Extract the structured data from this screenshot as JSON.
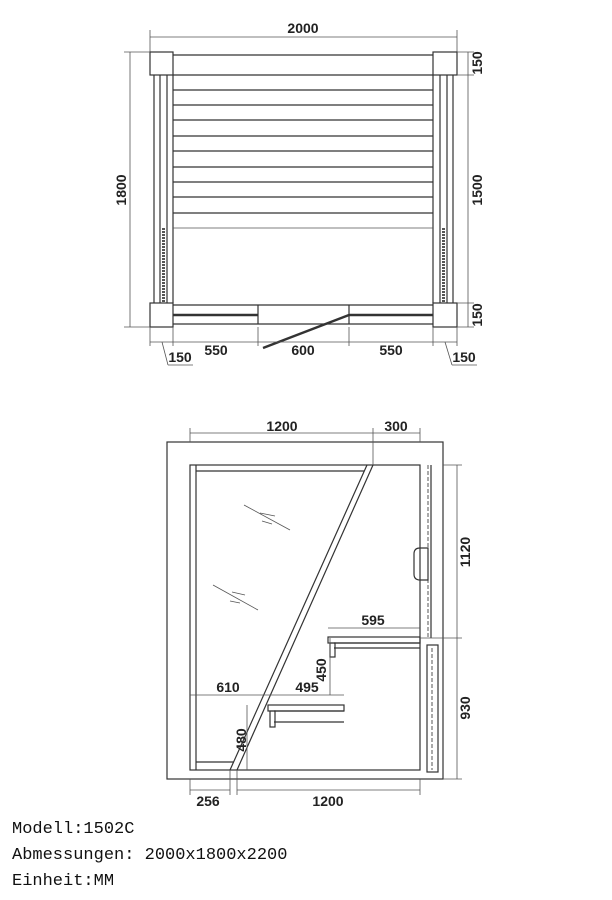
{
  "top_view": {
    "width": "2000",
    "depth": "1800",
    "right_top": "150",
    "right_mid": "1500",
    "right_bottom": "150",
    "bottom_left_corner": "150",
    "bottom_left": "550",
    "bottom_door": "600",
    "bottom_right": "550",
    "bottom_right_corner": "150"
  },
  "side_view": {
    "top_left": "1200",
    "top_right": "300",
    "right_upper": "1120",
    "right_lower": "930",
    "upper_bench": "595",
    "bench_height": "450",
    "lower_bench_left": "610",
    "lower_bench": "495",
    "lower_height": "480",
    "bottom_left": "256",
    "bottom_right": "1200"
  },
  "info": {
    "model": "Modell:1502C",
    "dimensions": "Abmessungen: 2000x1800x2200",
    "unit": "Einheit:MM"
  }
}
